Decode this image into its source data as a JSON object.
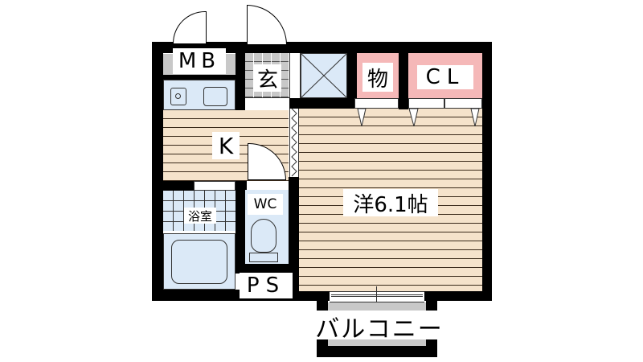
{
  "floorplan": {
    "rooms": {
      "western_room": {
        "label": "洋6.1帖"
      },
      "kitchen": {
        "label": "K"
      },
      "bathroom": {
        "label": "浴室"
      },
      "toilet": {
        "label": "WC"
      },
      "entrance": {
        "label": "玄"
      },
      "storage": {
        "label": "物"
      },
      "closet": {
        "label": "CL"
      },
      "meter_box": {
        "label": "MB"
      },
      "pipe_space": {
        "label": "PS"
      },
      "balcony": {
        "label": "バルコニー"
      }
    },
    "colors": {
      "wall": "#000000",
      "floor": "#f5e3cb",
      "wet_area": "#dbe9f7",
      "storage": "#f5b8b8",
      "gray_fixture": "#c8c8c8"
    }
  }
}
